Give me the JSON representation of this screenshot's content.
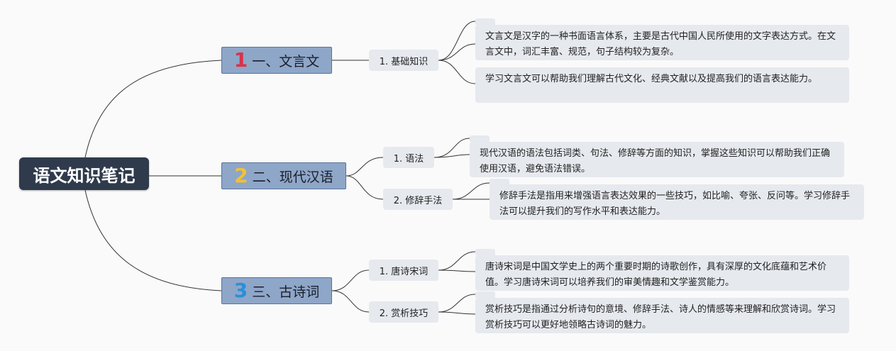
{
  "root": {
    "title": "语文知识笔记"
  },
  "branches": [
    {
      "num": "1",
      "num_color": "#d8324a",
      "label": "一、文言文",
      "subs": [
        {
          "label": "1. 基础知识",
          "notes": [
            "文言文是汉字的一种书面语言体系，主要是古代中国人民所使用的文字表达方式。在文言文中，词汇丰富、规范，句子结构较为复杂。",
            "学习文言文可以帮助我们理解古代文化、经典文献以及提高我们的语言表达能力。"
          ]
        }
      ]
    },
    {
      "num": "2",
      "num_color": "#f1c232",
      "label": "二、现代汉语",
      "subs": [
        {
          "label": "1. 语法",
          "notes": [
            "现代汉语的语法包括词类、句法、修辞等方面的知识，掌握这些知识可以帮助我们正确使用汉语，避免语法错误。"
          ]
        },
        {
          "label": "2. 修辞手法",
          "notes": [
            "修辞手法是指用来增强语言表达效果的一些技巧，如比喻、夸张、反问等。学习修辞手法可以提升我们的写作水平和表达能力。"
          ]
        }
      ]
    },
    {
      "num": "3",
      "num_color": "#2a8fd8",
      "label": "三、古诗词",
      "subs": [
        {
          "label": "1. 唐诗宋词",
          "notes": [
            "唐诗宋词是中国文学史上的两个重要时期的诗歌创作，具有深厚的文化底蕴和艺术价值。学习唐诗宋词可以培养我们的审美情趣和文学鉴赏能力。"
          ]
        },
        {
          "label": "2. 赏析技巧",
          "notes": [
            "赏析技巧是指通过分析诗句的意境、修辞手法、诗人的情感等来理解和欣赏诗词。学习赏析技巧可以更好地领略古诗词的魅力。"
          ]
        }
      ]
    }
  ]
}
